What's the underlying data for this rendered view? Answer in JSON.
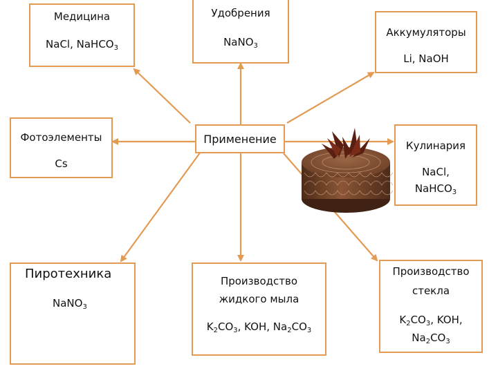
{
  "colors": {
    "line": "#e39a52",
    "border": "#e39a52",
    "text": "#111111"
  },
  "center": {
    "label": "Применение"
  },
  "medicine": {
    "title": "Медицина",
    "formula": "NaCl, NaHCO3"
  },
  "fertilizers": {
    "title": "Удобрения",
    "formula": "NaNO3"
  },
  "batteries": {
    "title": "Аккумуляторы",
    "formula": "Li, NaOH"
  },
  "photocells": {
    "title": "Фотоэлементы",
    "formula": "Cs"
  },
  "cooking": {
    "title": "Кулинария",
    "formula_line1": "NaCl,",
    "formula_line2": "NaHCO3"
  },
  "pyrotechnics": {
    "title": "Пиротехника",
    "formula": "NaNO3"
  },
  "soap": {
    "title_line1": "Производство",
    "title_line2": "жидкого мыла",
    "formula": "K2CO3, KOH, Na2CO3"
  },
  "glass": {
    "title_line1": "Производство",
    "title_line2": "стекла",
    "formula_line1": "K2CO3, KOH,",
    "formula_line2": "Na2CO3"
  },
  "image": {
    "icon": "chocolate-cake-photo"
  }
}
